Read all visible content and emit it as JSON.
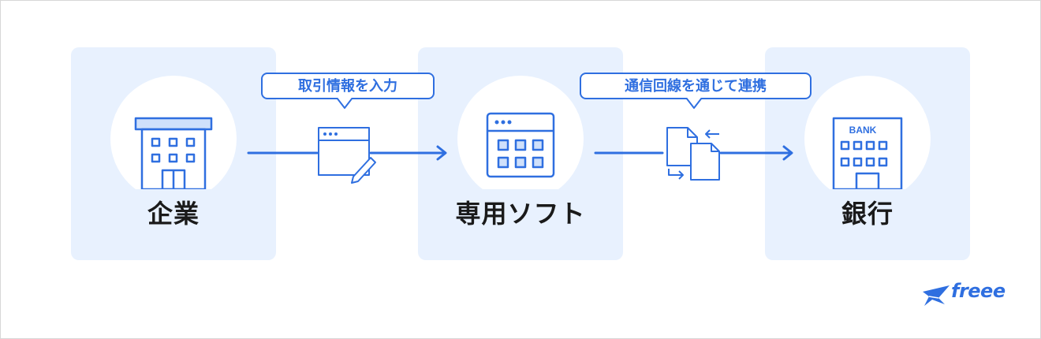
{
  "nodes": [
    {
      "label": "企業",
      "icon": "office-building-icon"
    },
    {
      "label": "専用ソフト",
      "icon": "software-window-icon"
    },
    {
      "label": "銀行",
      "icon": "bank-building-icon",
      "sign": "BANK"
    }
  ],
  "connections": [
    {
      "label": "取引情報を入力",
      "icon": "document-edit-icon"
    },
    {
      "label": "通信回線を通じて連携",
      "icon": "file-sync-icon"
    }
  ],
  "brand": {
    "name": "freee",
    "color": "#2f6fe0"
  },
  "colors": {
    "accent": "#2f6fe0",
    "panel": "#e8f1fe",
    "text": "#1a1a1a"
  }
}
